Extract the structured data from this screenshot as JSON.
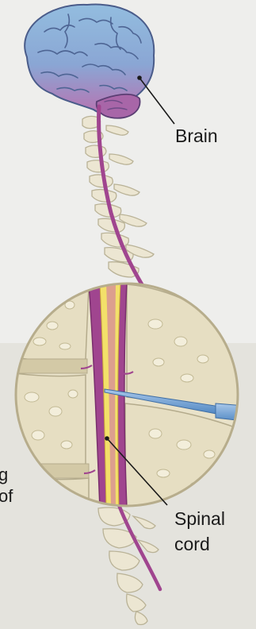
{
  "labels": {
    "brain": "Brain",
    "spinal_cord_line1": "Spinal",
    "spinal_cord_line2": "cord"
  },
  "cropped_text": {
    "line1": "g",
    "line2": "of"
  },
  "colors": {
    "background_top": "#eeeeec",
    "background_bottom": "#e4e3dd",
    "brain_upper": "#8fb7da",
    "brain_lower": "#b774b1",
    "spinal_cord": "#a0458f",
    "vertebra": "#ece6d2",
    "vertebra_outline": "#b9b296",
    "magnifier_fill": "#e9e2c9",
    "csf_yellow": "#f3e06a",
    "needle": "#6f9fd1"
  }
}
